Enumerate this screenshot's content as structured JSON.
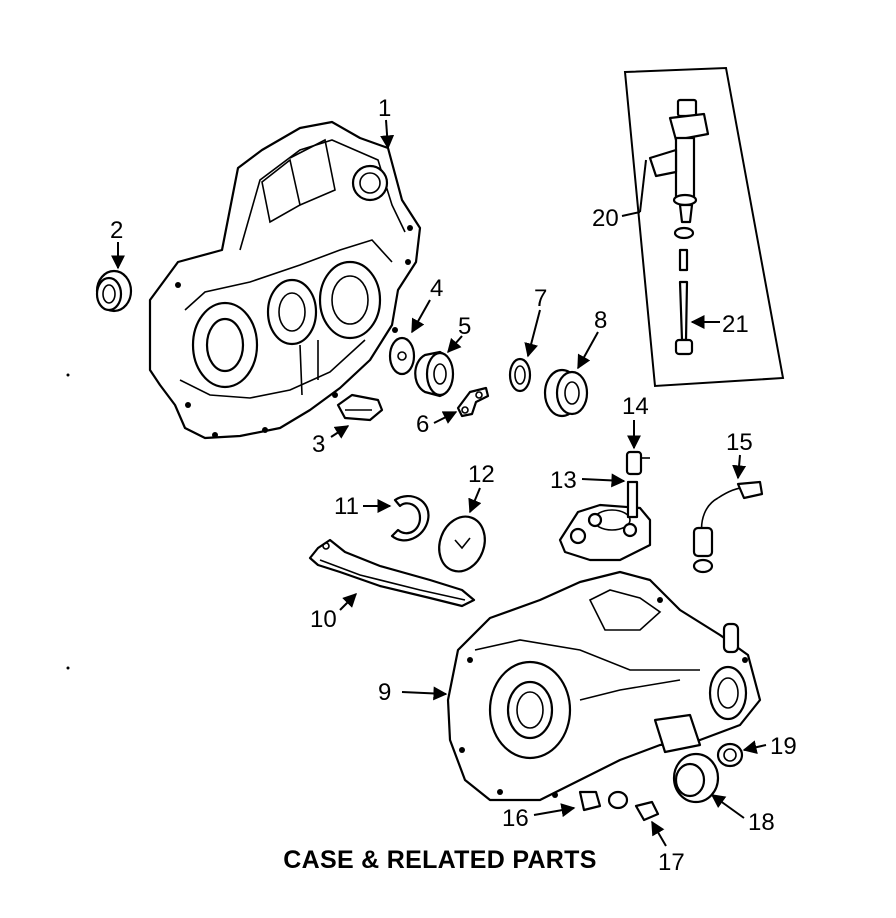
{
  "caption": "CASE & RELATED PARTS",
  "callouts": {
    "c1": "1",
    "c2": "2",
    "c3": "3",
    "c4": "4",
    "c5": "5",
    "c6": "6",
    "c7": "7",
    "c8": "8",
    "c9": "9",
    "c10": "10",
    "c11": "11",
    "c12": "12",
    "c13": "13",
    "c14": "14",
    "c15": "15",
    "c16": "16",
    "c17": "17",
    "c18": "18",
    "c19": "19",
    "c20": "20",
    "c21": "21"
  }
}
